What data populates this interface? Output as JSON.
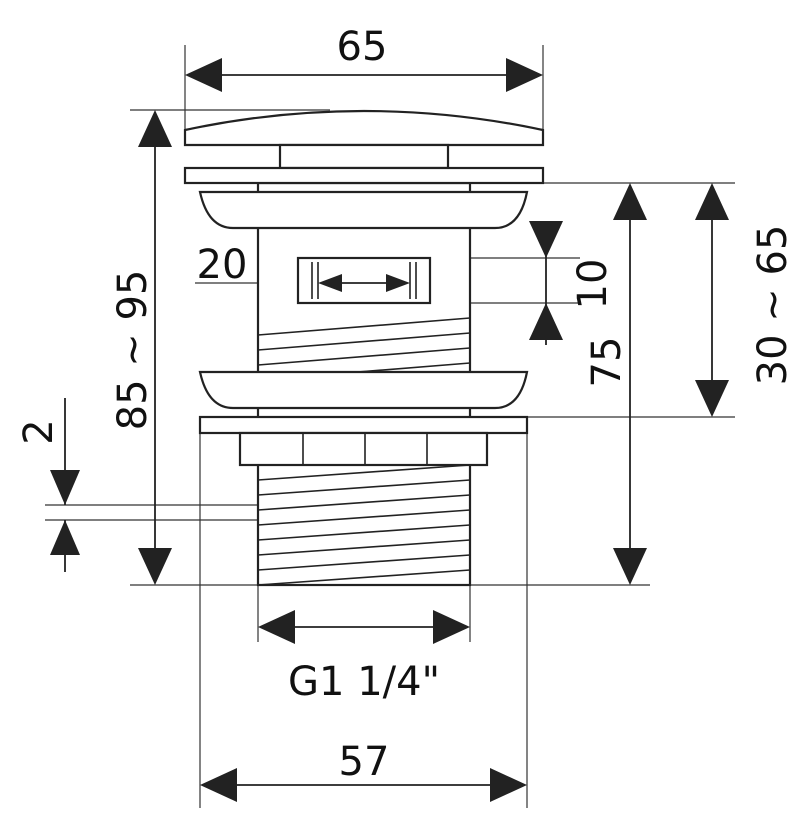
{
  "drawing": {
    "title": "Pop-up waste dimensions",
    "dimensions": {
      "cap_width": "65",
      "total_height": "85 ~ 95",
      "body_length": "75",
      "clamping_range": "30 ~ 65",
      "slot_height": "10",
      "slot_width": "20",
      "thread_pitch": "2",
      "thread": "G1 1/4\"",
      "flange_width": "57"
    },
    "colors": {
      "line": "#222222",
      "background": "#ffffff"
    }
  }
}
